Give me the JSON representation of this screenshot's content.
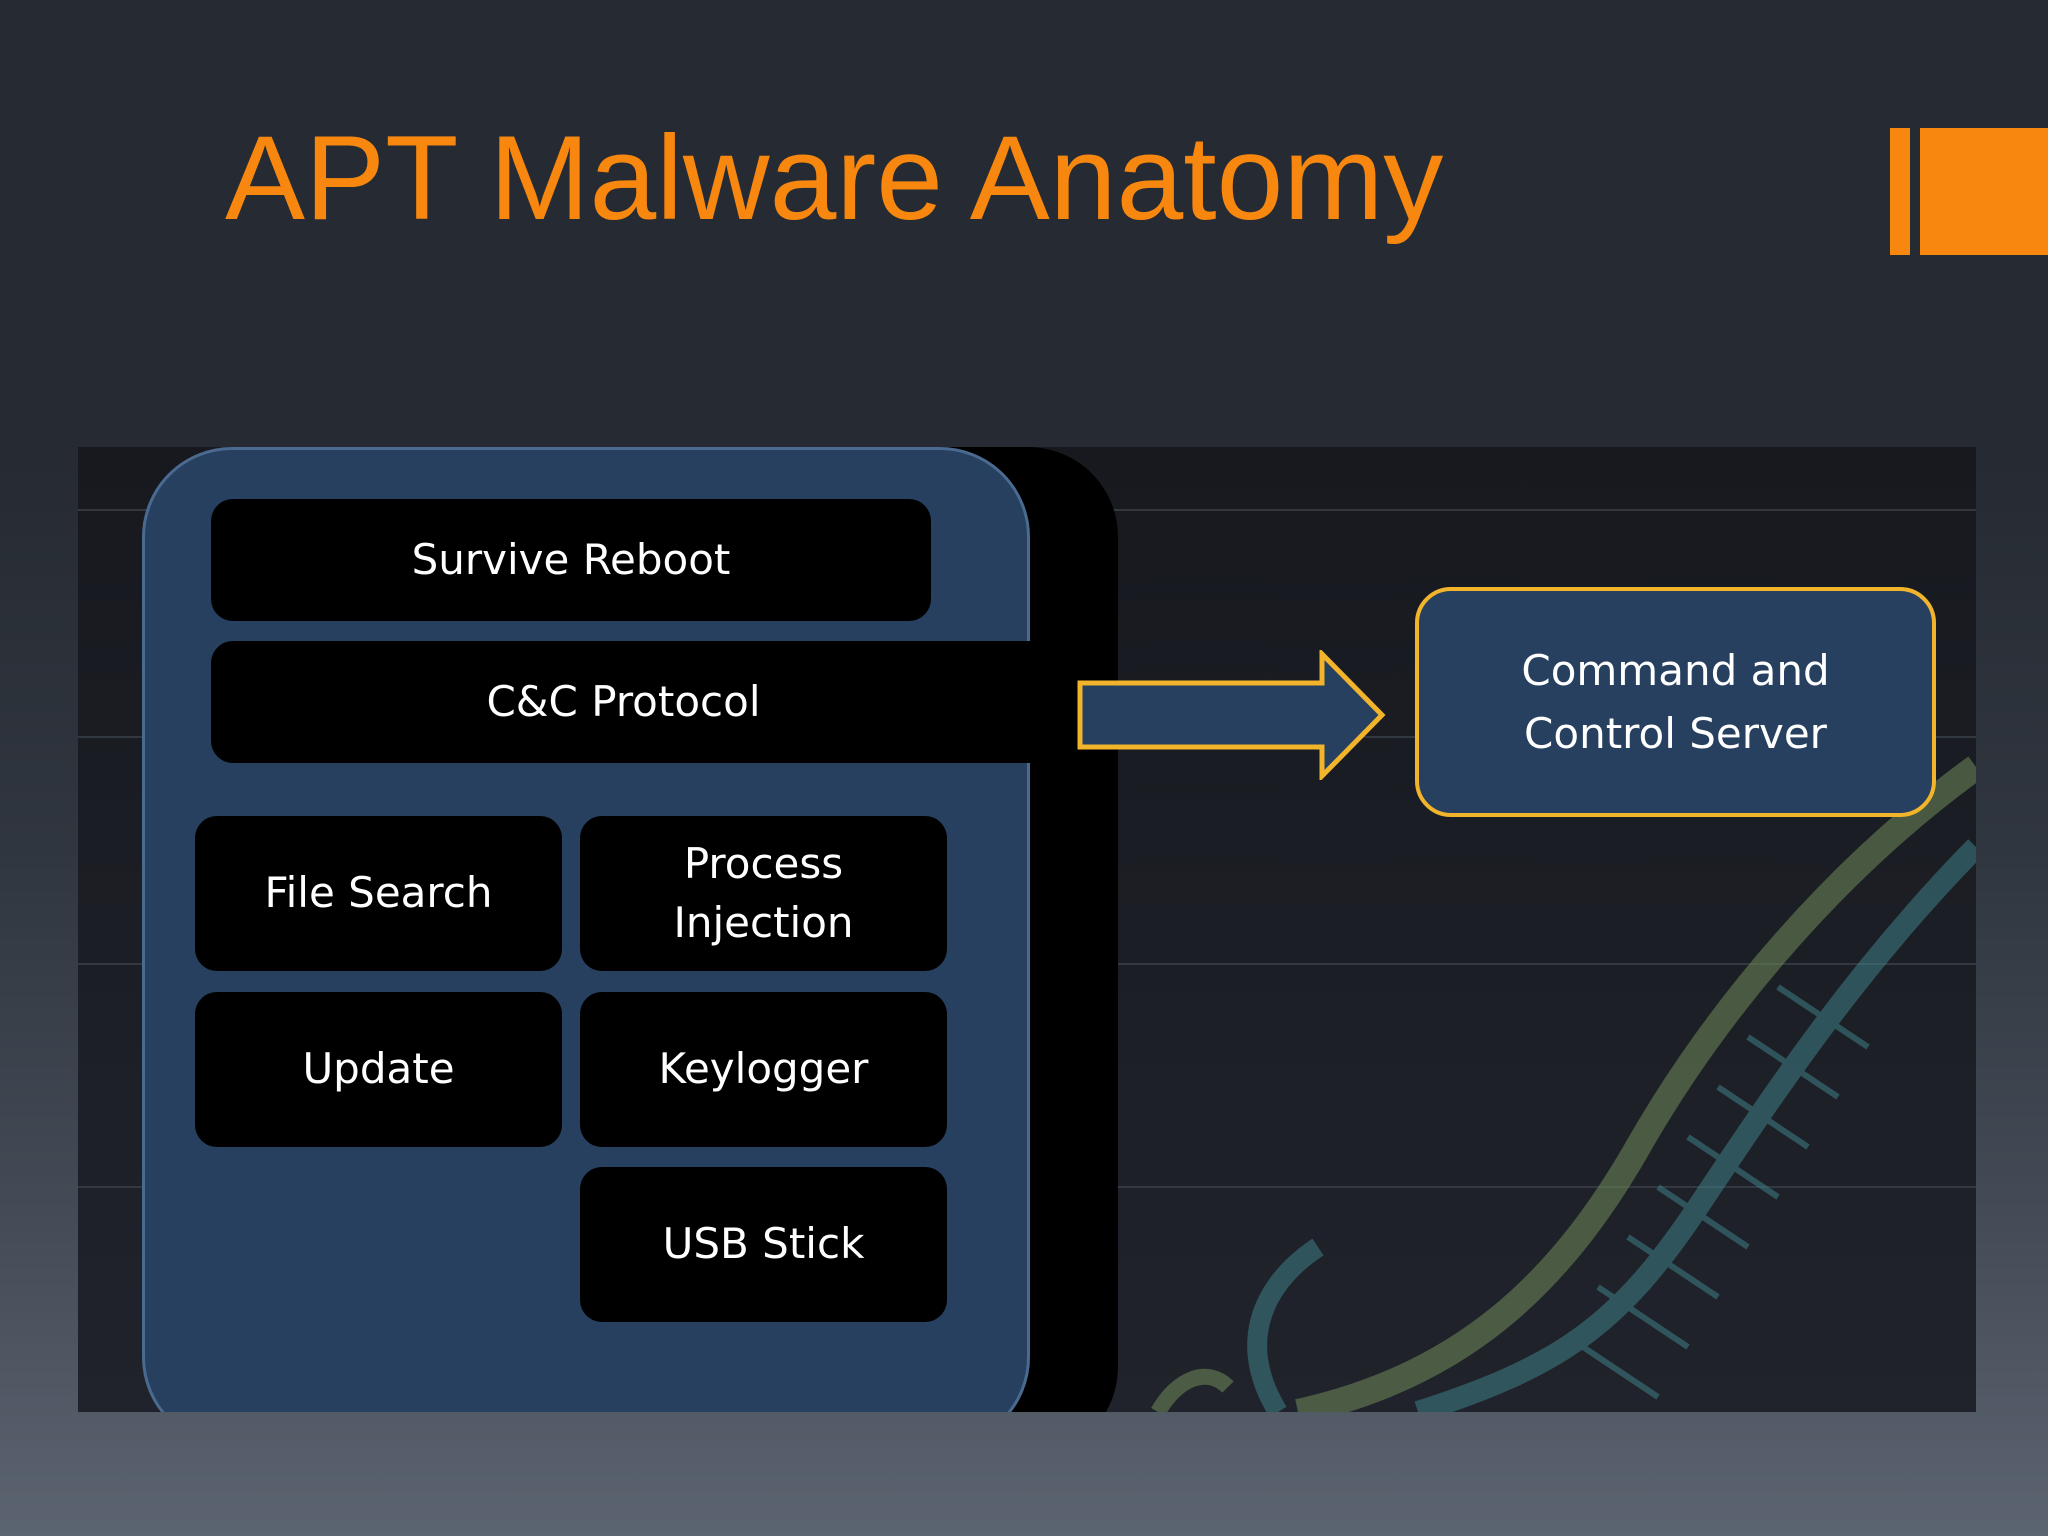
{
  "slide": {
    "title": "APT Malware Anatomy"
  },
  "colors": {
    "accent": "#f7870f",
    "panel_blue": "#27405f",
    "server_border": "#f2b42b",
    "block_fill": "#000000",
    "text": "#ffffff"
  },
  "diagram": {
    "malware_blocks": {
      "survive_reboot": "Survive Reboot",
      "cnc_protocol": "C&C Protocol",
      "file_search": "File Search",
      "process_injection": "Process Injection",
      "update": "Update",
      "keylogger": "Keylogger",
      "usb_stick": "USB Stick"
    },
    "server": {
      "label": "Command and Control Server"
    },
    "arrow_icon": "right-arrow-icon",
    "decoration_icon": "dna-helix-icon"
  }
}
